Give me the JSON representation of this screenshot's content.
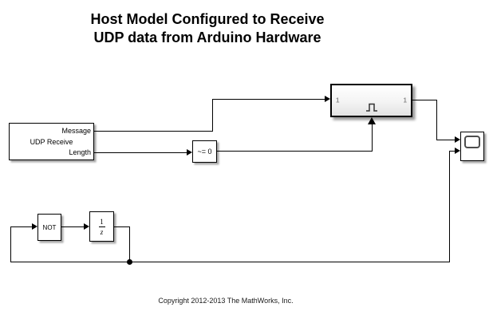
{
  "title": {
    "line1": "Host Model Configured to Receive",
    "line2": "UDP data from Arduino Hardware"
  },
  "blocks": {
    "udp_receive": {
      "label": "UDP Receive",
      "out_port1": "Message",
      "out_port2": "Length"
    },
    "compare_to_zero": {
      "label": "~= 0"
    },
    "triggered_subsystem": {
      "in_label": "1",
      "out_label": "1",
      "trigger_icon": "trigger-pulse-icon"
    },
    "scope": {
      "icon": "scope-display-icon"
    },
    "not_operator": {
      "label": "NOT"
    },
    "unit_delay": {
      "numerator": "1",
      "denominator": "z"
    }
  },
  "footer": {
    "copyright": "Copyright 2012-2013 The MathWorks, Inc."
  },
  "colors": {
    "background": "#ffffff",
    "wire": "#000000",
    "block_border": "#000000",
    "block_fill": "#ffffff",
    "subsystem_fill_bottom": "#e2e2e2",
    "port_number_label": "#8a8a8a",
    "shadow": "rgba(0,0,0,0.4)"
  }
}
